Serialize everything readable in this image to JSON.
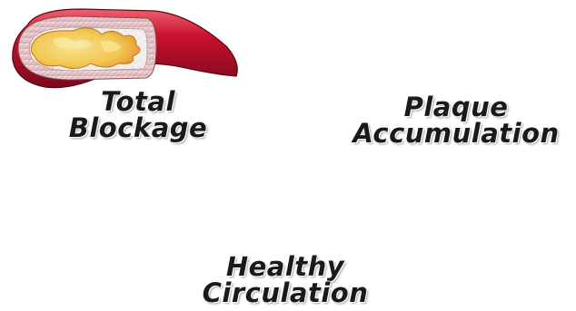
{
  "panels": [
    {
      "id": "total-blockage",
      "caption_line1": "Total",
      "caption_line2": "Blockage"
    },
    {
      "id": "plaque-accumulation",
      "caption_line1": "Plaque",
      "caption_line2": "Accumulation"
    },
    {
      "id": "healthy-circulation",
      "caption_line1": "Healthy",
      "caption_line2": "Circulation"
    }
  ],
  "colors": {
    "vessel_red": "#c8102e",
    "vessel_dark": "#7a0a1c",
    "vessel_highlight": "#f06070",
    "wall_pink": "#e8c8cc",
    "lumen": "#f2efee",
    "plaque_yellow": "#f2d36a",
    "plaque_orange": "#e08a2a",
    "caption_text": "#1a1a1a"
  }
}
